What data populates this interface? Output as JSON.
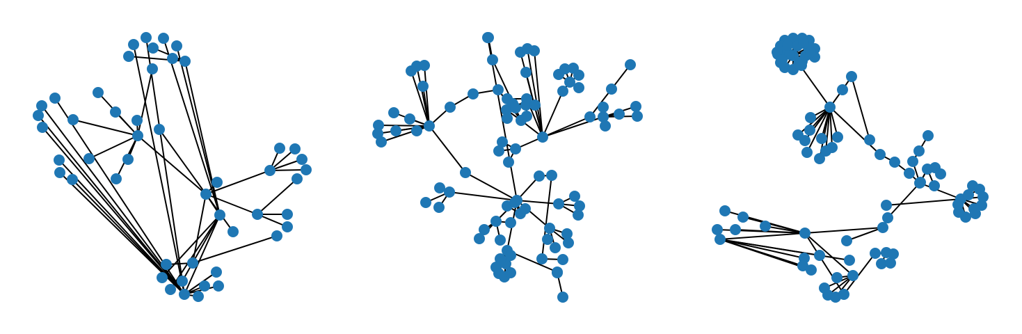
{
  "figure": {
    "node_color": "#1f77b4",
    "edge_color": "#000000",
    "graphs": [
      {
        "id": "graph-1",
        "edges": [
          [
            0,
            1
          ],
          [
            0,
            2
          ],
          [
            0,
            3
          ],
          [
            0,
            4
          ],
          [
            0,
            5
          ],
          [
            0,
            6
          ],
          [
            0,
            7
          ],
          [
            0,
            8
          ],
          [
            1,
            9
          ],
          [
            1,
            10
          ],
          [
            1,
            11
          ],
          [
            1,
            12
          ],
          [
            1,
            13
          ],
          [
            1,
            14
          ],
          [
            1,
            15
          ],
          [
            1,
            16
          ],
          [
            2,
            17
          ],
          [
            2,
            18
          ],
          [
            2,
            19
          ],
          [
            2,
            20
          ],
          [
            3,
            21
          ],
          [
            3,
            22
          ],
          [
            3,
            23
          ],
          [
            4,
            24
          ],
          [
            4,
            25
          ],
          [
            6,
            26
          ],
          [
            6,
            27
          ],
          [
            6,
            28
          ],
          [
            6,
            29
          ],
          [
            29,
            30
          ],
          [
            29,
            31
          ],
          [
            29,
            32
          ],
          [
            29,
            33
          ],
          [
            29,
            34
          ],
          [
            29,
            35
          ],
          [
            29,
            36
          ],
          [
            29,
            37
          ],
          [
            29,
            38
          ],
          [
            29,
            39
          ],
          [
            29,
            40
          ],
          [
            29,
            41
          ],
          [
            29,
            42
          ],
          [
            6,
            43
          ],
          [
            6,
            44
          ],
          [
            6,
            45
          ],
          [
            45,
            46
          ],
          [
            45,
            47
          ],
          [
            45,
            48
          ],
          [
            45,
            49
          ],
          [
            45,
            50
          ],
          [
            45,
            51
          ],
          [
            6,
            52
          ],
          [
            52,
            53
          ],
          [
            52,
            54
          ],
          [
            52,
            55
          ]
        ]
      },
      {
        "id": "graph-2",
        "edges": [
          [
            0,
            1
          ],
          [
            0,
            2
          ],
          [
            0,
            3
          ],
          [
            0,
            4
          ],
          [
            0,
            5
          ],
          [
            0,
            6
          ],
          [
            0,
            7
          ],
          [
            0,
            8
          ],
          [
            0,
            9
          ],
          [
            0,
            10
          ],
          [
            0,
            11
          ],
          [
            0,
            12
          ],
          [
            12,
            13
          ],
          [
            13,
            14
          ],
          [
            14,
            15
          ],
          [
            15,
            16
          ],
          [
            16,
            17
          ],
          [
            15,
            18
          ],
          [
            18,
            19
          ],
          [
            19,
            20
          ],
          [
            19,
            21
          ],
          [
            19,
            22
          ],
          [
            15,
            23
          ],
          [
            23,
            24
          ],
          [
            23,
            25
          ],
          [
            23,
            26
          ],
          [
            23,
            27
          ],
          [
            23,
            28
          ],
          [
            28,
            29
          ],
          [
            29,
            30
          ],
          [
            29,
            31
          ],
          [
            29,
            32
          ],
          [
            29,
            33
          ],
          [
            29,
            34
          ],
          [
            23,
            35
          ],
          [
            35,
            36
          ],
          [
            36,
            37
          ],
          [
            23,
            38
          ],
          [
            38,
            39
          ],
          [
            38,
            40
          ],
          [
            38,
            41
          ],
          [
            38,
            42
          ],
          [
            38,
            43
          ],
          [
            23,
            44
          ],
          [
            44,
            45
          ],
          [
            44,
            46
          ],
          [
            44,
            47
          ],
          [
            23,
            48
          ],
          [
            48,
            49
          ],
          [
            48,
            50
          ],
          [
            48,
            51
          ],
          [
            0,
            52
          ],
          [
            52,
            53
          ],
          [
            53,
            54
          ],
          [
            54,
            55
          ],
          [
            54,
            56
          ],
          [
            54,
            57
          ],
          [
            53,
            58
          ],
          [
            58,
            59
          ],
          [
            58,
            60
          ],
          [
            58,
            61
          ],
          [
            58,
            62
          ],
          [
            53,
            63
          ],
          [
            63,
            64
          ],
          [
            63,
            65
          ],
          [
            63,
            66
          ],
          [
            53,
            67
          ],
          [
            67,
            68
          ],
          [
            67,
            69
          ],
          [
            67,
            70
          ],
          [
            67,
            71
          ],
          [
            67,
            72
          ],
          [
            67,
            73
          ],
          [
            67,
            74
          ],
          [
            67,
            75
          ],
          [
            75,
            76
          ],
          [
            76,
            77
          ],
          [
            53,
            78
          ],
          [
            78,
            79
          ],
          [
            78,
            80
          ],
          [
            78,
            81
          ],
          [
            53,
            82
          ],
          [
            82,
            83
          ],
          [
            82,
            84
          ],
          [
            82,
            85
          ],
          [
            82,
            86
          ],
          [
            53,
            87
          ],
          [
            87,
            88
          ],
          [
            88,
            89
          ],
          [
            89,
            90
          ],
          [
            53,
            91
          ]
        ]
      },
      {
        "id": "graph-3",
        "edges": [
          [
            0,
            1
          ],
          [
            0,
            2
          ],
          [
            0,
            3
          ],
          [
            0,
            4
          ],
          [
            0,
            5
          ],
          [
            0,
            6
          ],
          [
            0,
            7
          ],
          [
            0,
            8
          ],
          [
            0,
            9
          ],
          [
            0,
            10
          ],
          [
            0,
            11
          ],
          [
            0,
            12
          ],
          [
            0,
            13
          ],
          [
            0,
            14
          ],
          [
            0,
            15
          ],
          [
            0,
            16
          ],
          [
            0,
            17
          ],
          [
            17,
            18
          ],
          [
            17,
            19
          ],
          [
            17,
            20
          ],
          [
            17,
            21
          ],
          [
            17,
            22
          ],
          [
            17,
            23
          ],
          [
            17,
            24
          ],
          [
            17,
            25
          ],
          [
            17,
            26
          ],
          [
            17,
            27
          ],
          [
            17,
            28
          ],
          [
            28,
            29
          ],
          [
            29,
            30
          ],
          [
            17,
            31
          ],
          [
            31,
            32
          ],
          [
            32,
            33
          ],
          [
            33,
            34
          ],
          [
            34,
            35
          ],
          [
            35,
            36
          ],
          [
            35,
            37
          ],
          [
            34,
            38
          ],
          [
            38,
            39
          ],
          [
            38,
            40
          ],
          [
            38,
            41
          ],
          [
            38,
            42
          ],
          [
            34,
            43
          ],
          [
            43,
            44
          ],
          [
            43,
            45
          ],
          [
            43,
            46
          ],
          [
            43,
            47
          ],
          [
            43,
            48
          ],
          [
            43,
            49
          ],
          [
            43,
            50
          ],
          [
            43,
            51
          ],
          [
            43,
            52
          ],
          [
            43,
            53
          ],
          [
            43,
            54
          ],
          [
            34,
            55
          ],
          [
            55,
            56
          ],
          [
            56,
            57
          ],
          [
            56,
            58
          ],
          [
            58,
            59
          ],
          [
            58,
            60
          ],
          [
            58,
            61
          ],
          [
            58,
            62
          ],
          [
            58,
            63
          ],
          [
            58,
            64
          ],
          [
            64,
            65
          ],
          [
            64,
            66
          ],
          [
            64,
            67
          ],
          [
            64,
            68
          ],
          [
            64,
            69
          ],
          [
            58,
            70
          ],
          [
            70,
            71
          ],
          [
            70,
            72
          ],
          [
            70,
            73
          ],
          [
            70,
            74
          ],
          [
            58,
            75
          ],
          [
            75,
            76
          ],
          [
            76,
            77
          ],
          [
            76,
            78
          ],
          [
            77,
            79
          ],
          [
            78,
            80
          ]
        ]
      }
    ]
  }
}
